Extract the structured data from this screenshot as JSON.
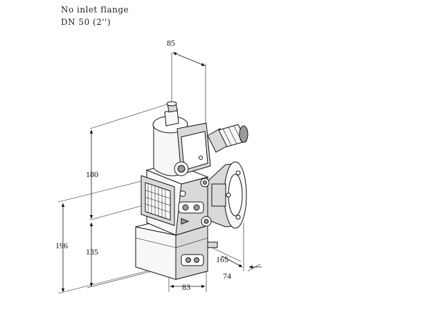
{
  "captions": {
    "line1": "No inlet flange",
    "line2": "DN 50 (2'')"
  },
  "dimensions": {
    "width_top": "85",
    "height_upper": "180",
    "height_total": "196",
    "height_lower": "135",
    "depth_flange": "165",
    "depth_offset": "74",
    "width_bottom": "83"
  }
}
